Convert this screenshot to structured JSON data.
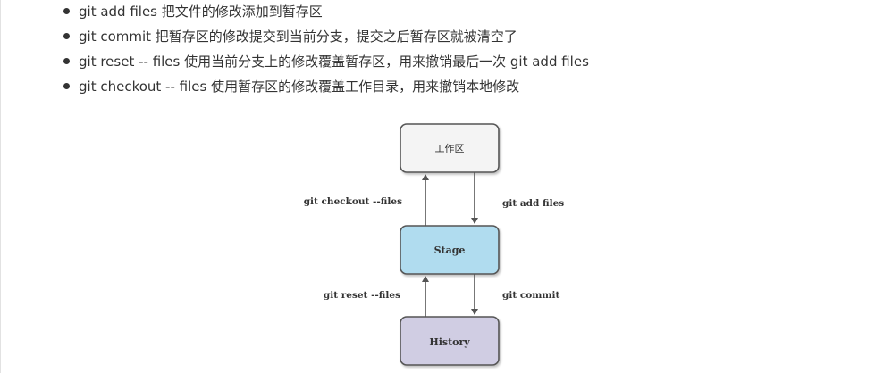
{
  "bullets": [
    "git add files 把文件的修改添加到暂存区",
    "git commit 把暂存区的修改提交到当前分支，提交之后暂存区就被清空了",
    "git reset -- files 使用当前分支上的修改覆盖暂存区，用来撤销最后一次 git add files",
    "git checkout -- files 使用暂存区的修改覆盖工作目录，用来撤销本地修改"
  ],
  "diagram": {
    "nodes": {
      "working": {
        "label": "工作区",
        "fill": "#f4f4f4"
      },
      "stage": {
        "label": "Stage",
        "fill": "#b0dcef"
      },
      "history": {
        "label": "History",
        "fill": "#d0cde3"
      }
    },
    "edges": {
      "checkout": "git checkout --files",
      "add": "git add files",
      "reset": "git reset --files",
      "commit": "git commit"
    },
    "colors": {
      "node_border": "#555555",
      "arrow": "#555555"
    }
  }
}
